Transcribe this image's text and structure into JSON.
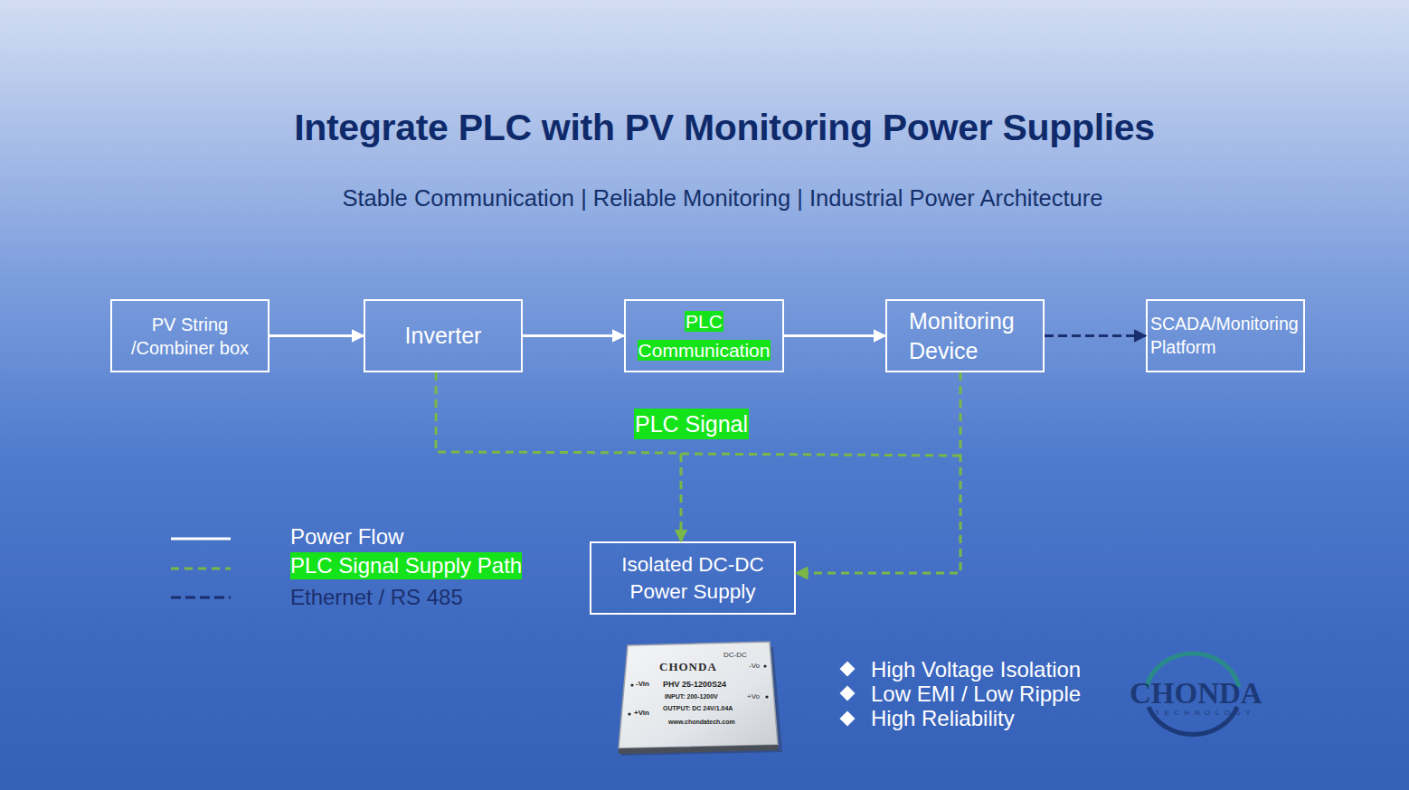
{
  "diagram": {
    "title": "Integrate PLC with PV Monitoring Power Supplies",
    "nodes": [
      {
        "text": [
          "PV String /Combiner box"
        ]
      },
      {
        "text": [
          "Inverter"
        ]
      },
      {
        "text": [
          "PLC Communication"
        ]
      },
      {
        "text": [
          "Monitoring Device"
        ]
      },
      {
        "text": [
          "SCADA/Monitoring Platform"
        ]
      },
      {
        "text": [
          "Isolated DC-DC Power Supply"
        ]
      }
    ],
    "edges": [
      {
        "from": 0,
        "to": 1,
        "arrow": "to"
      },
      {
        "from": 1,
        "to": 2,
        "arrow": "to"
      },
      {
        "from": 2,
        "to": 3,
        "arrow": "to"
      },
      {
        "from": 3,
        "to": 4,
        "arrow": "to"
      },
      {
        "from": 1,
        "to": 5,
        "label": "PLC Signal",
        "arrow": "to"
      },
      {
        "from": 3,
        "to": 5,
        "arrow": "to"
      }
    ],
    "labels": [
      "Stable Communication | Reliable Monitoring | Industrial Power Architecture",
      "CHONDA",
      "DC-DC",
      "-Vo",
      "-Vin",
      "PHV 25-1200S24",
      "INPUT: 200-1200V",
      "+Vo",
      "OUTPUT: DC 24V/1.04A",
      "+Vin",
      "www.chondatech.com",
      "High Voltage Isolation",
      "Low EMI / Low Ripple",
      "High Reliability",
      "CHONDA",
      "TECHNOLOGY"
    ],
    "legend": [
      {
        "text": "Power Flow"
      },
      {
        "text": "PLC Signal Supply Path"
      },
      {
        "text": "Ethernet / RS 485"
      }
    ]
  }
}
